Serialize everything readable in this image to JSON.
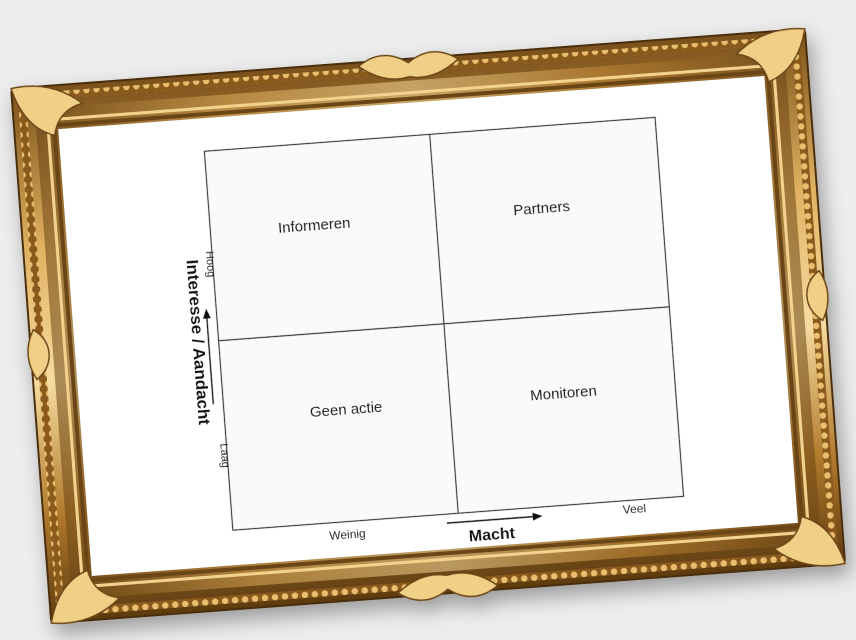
{
  "quadrants": {
    "top_left": "Informeren",
    "top_right": "Partners",
    "bottom_left": "Geen actie",
    "bottom_right": "Monitoren"
  },
  "y_axis": {
    "title": "Interesse / Aandacht",
    "high": "Hoog",
    "low": "Laag"
  },
  "x_axis": {
    "title": "Macht",
    "low": "Weinig",
    "high": "Veel"
  },
  "colors": {
    "frame_gold": "#b8893a",
    "frame_dark": "#5a3a12",
    "frame_light": "#f3d592",
    "paper": "#ffffff",
    "grid_line": "#333333",
    "background": "#ededed"
  }
}
